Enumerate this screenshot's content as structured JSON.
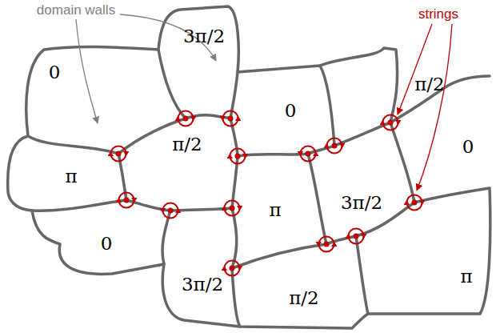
{
  "diagram": {
    "labels": [
      "domain walls",
      "strings",
      "3π/2",
      "0",
      "π/2",
      "0",
      "π/2",
      "0",
      "π",
      "π",
      "3π/2",
      "0",
      "π",
      "3π/2",
      "π/2"
    ]
  }
}
